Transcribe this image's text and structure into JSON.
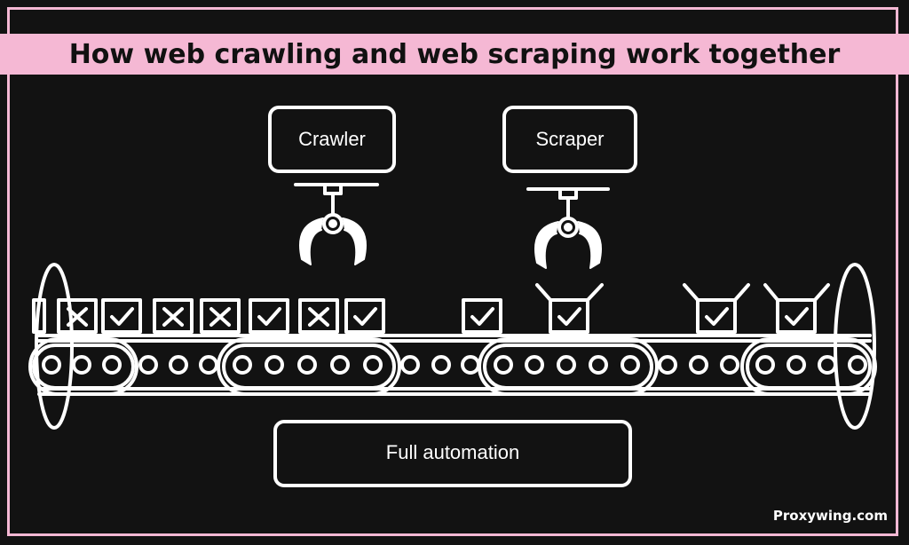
{
  "title": "How web crawling and web scraping work together",
  "crawler": {
    "label": "Crawler"
  },
  "scraper": {
    "label": "Scraper"
  },
  "automation": {
    "label": "Full automation"
  },
  "watermark": "Proxywing.com",
  "colors": {
    "accent": "#f5b8d4",
    "background": "#121212",
    "stroke": "#ffffff"
  },
  "belt_items": [
    "cross",
    "check",
    "cross",
    "cross",
    "check",
    "cross",
    "check",
    "check",
    "check",
    "check",
    "check"
  ]
}
